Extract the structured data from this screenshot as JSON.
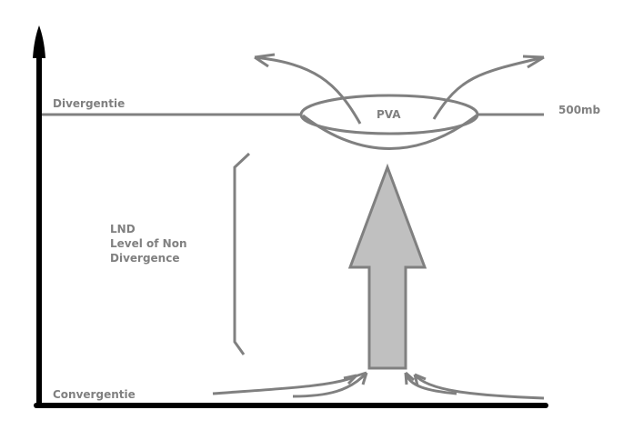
{
  "diagram": {
    "title": "Vertical motion: convergence below, divergence aloft",
    "labels": {
      "divergence": "Divergentie",
      "pressure_level": "500mb",
      "pva": "PVA",
      "convergence": "Convergentie",
      "lnd_lines": [
        "LND",
        "Level of Non",
        "Divergence"
      ]
    },
    "colors": {
      "axis": "#000000",
      "line": "#808080",
      "arrow_fill": "#c0c0c0",
      "text": "#808080",
      "background": "#ffffff"
    },
    "elements": {
      "axes": "vertical axis with arrowhead, horizontal base axis",
      "upper_level_line": "500mb level line with PVA ellipse",
      "outflow_arrows": [
        "left-outflow",
        "right-outflow"
      ],
      "lnd_bracket": "bracket spanning Level of Non Divergence",
      "updraft_arrow": "large upward block arrow",
      "inflow_arrows": [
        "left-inflow-long",
        "left-inflow-short",
        "right-inflow-short",
        "right-inflow-long"
      ]
    }
  }
}
